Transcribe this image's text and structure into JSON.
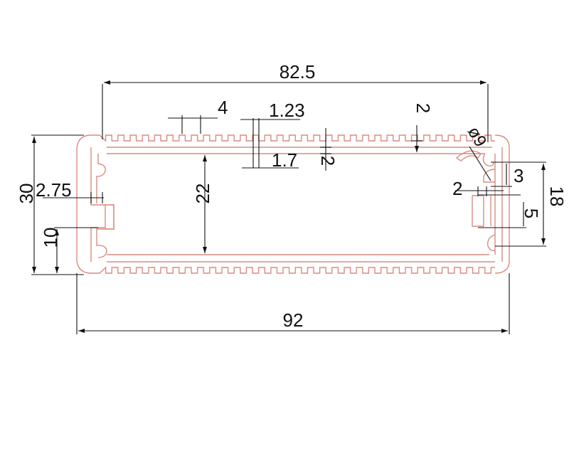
{
  "colors": {
    "profile": "#d98c82",
    "dimension": "#111111"
  },
  "dimensions": {
    "overall_width": "92",
    "inner_span": "82.5",
    "height": "30",
    "inner_height": "22",
    "fin_pitch": "4",
    "fin_width": "1.23",
    "wall_offset": "1.7",
    "fin_height": "2",
    "wall_thickness": "2",
    "wall_inset": "2.75",
    "slot_height": "10",
    "slot_spacing": "18",
    "groove_gap": "2",
    "groove_depth": "3",
    "groove_span": "5",
    "hole_diameter": "ø9"
  }
}
